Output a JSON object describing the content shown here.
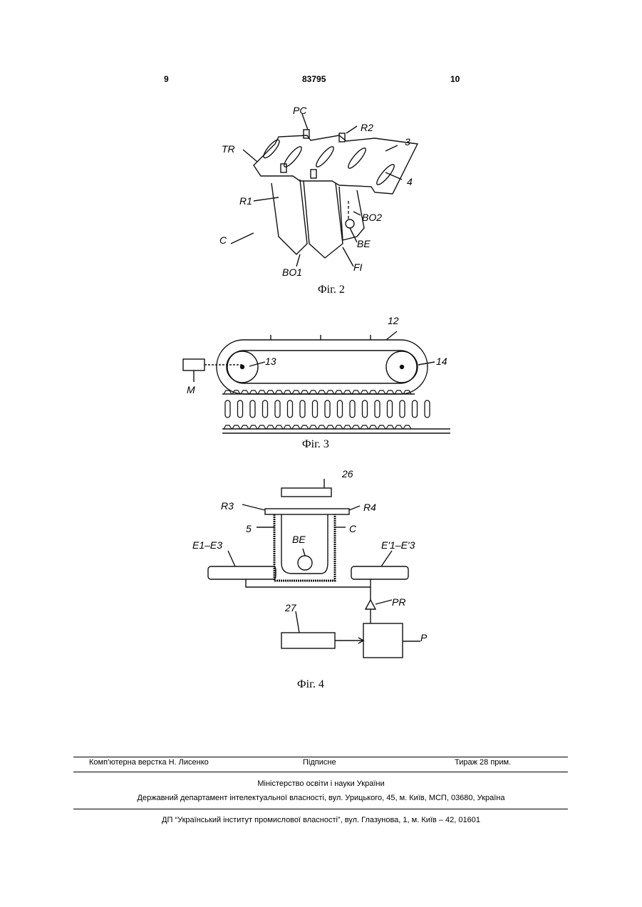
{
  "header": {
    "page_left": "9",
    "patent_number": "83795",
    "page_right": "10"
  },
  "fig2": {
    "caption": "Фіг. 2",
    "labels": {
      "pc": "PC",
      "r2": "R2",
      "three": "3",
      "tr": "TR",
      "four": "4",
      "r1": "R1",
      "bo2": "BO2",
      "c": "C",
      "be": "BE",
      "bo1": "BO1",
      "fi": "FI"
    }
  },
  "fig3": {
    "caption": "Фіг. 3",
    "labels": {
      "twelve": "12",
      "thirteen": "13",
      "fourteen": "14",
      "m": "M"
    }
  },
  "fig4": {
    "caption": "Фіг. 4",
    "labels": {
      "twentysix": "26",
      "r3": "R3",
      "r4": "R4",
      "five": "5",
      "c": "C",
      "be": "BE",
      "e_left": "E1–E3",
      "e_right": "E'1–E'3",
      "twentyseven": "27",
      "pr": "PR",
      "p": "P"
    }
  },
  "footer": {
    "layout": "Комп’ютерна верстка Н. Лисенко",
    "signed": "Підписне",
    "circulation": "Тираж 28 прим.",
    "ministry": "Міністерство освіти і науки України",
    "department": "Державний департамент інтелектуальної власності, вул. Урицького, 45, м. Київ, МСП, 03680, Україна",
    "institute": "ДП “Український інститут промислової власності”, вул. Глазунова, 1, м. Київ – 42, 01601"
  }
}
